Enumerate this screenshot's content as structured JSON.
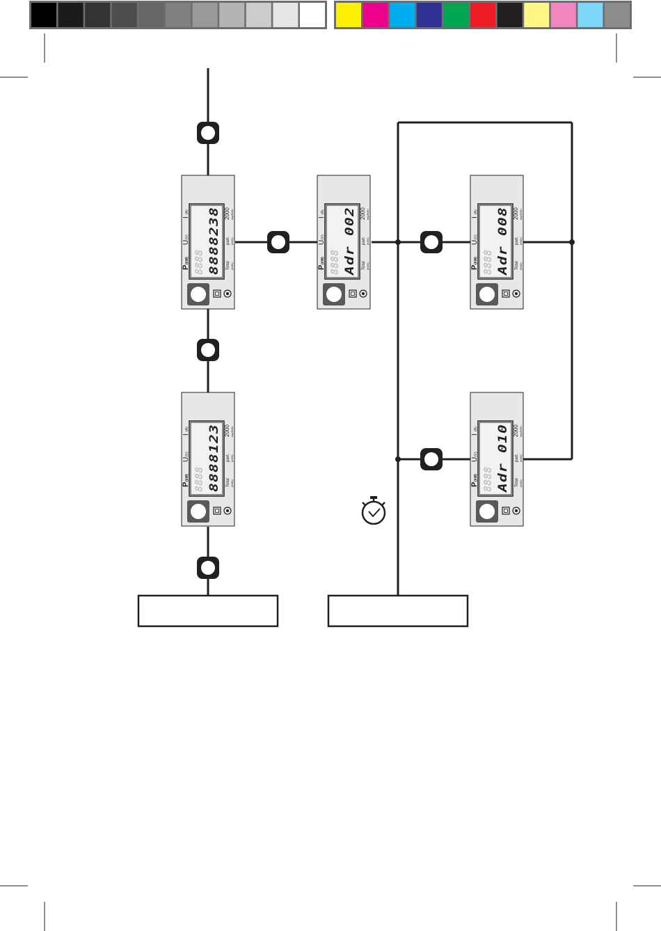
{
  "color_bar": {
    "grays": [
      "#000000",
      "#1b1b1b",
      "#333333",
      "#4d4d4d",
      "#666666",
      "#808080",
      "#999999",
      "#b3b3b3",
      "#cccccc",
      "#e6e6e6",
      "#ffffff"
    ],
    "colors": [
      "#fff200",
      "#ec008c",
      "#00aeef",
      "#2e3192",
      "#00a651",
      "#ed1c24",
      "#231f20",
      "#fff685",
      "#f287c0",
      "#7fd7f7",
      "#8c8c8c"
    ]
  },
  "colors": {
    "line": "#231f20",
    "meter_body": "#e6e7e8",
    "meter_button": "#58595b"
  },
  "meter_labels": {
    "p": "P",
    "p_unit": "(kW)",
    "u": "U",
    "u_unit": "(V)",
    "i": "I",
    "i_unit": "(A)",
    "total": "Total",
    "total_unit": "(kWh)",
    "part": "part.",
    "part_unit": "(kWh)",
    "year": "2000",
    "year_sub": "imp/kWh",
    "ghost_digits": "8888"
  },
  "meters": [
    {
      "id": "top-left",
      "display": "8888238"
    },
    {
      "id": "top-middle",
      "display": "Adr 002"
    },
    {
      "id": "top-right",
      "display": "Adr 008"
    },
    {
      "id": "bottom-left",
      "display": "8888123"
    },
    {
      "id": "bottom-right",
      "display": "Adr 010"
    }
  ],
  "icons": {
    "timer": "stopwatch-icon",
    "connection_dot": "black-rounded-node"
  },
  "boxes": [
    {
      "id": "left-box",
      "label": ""
    },
    {
      "id": "right-box",
      "label": ""
    }
  ]
}
